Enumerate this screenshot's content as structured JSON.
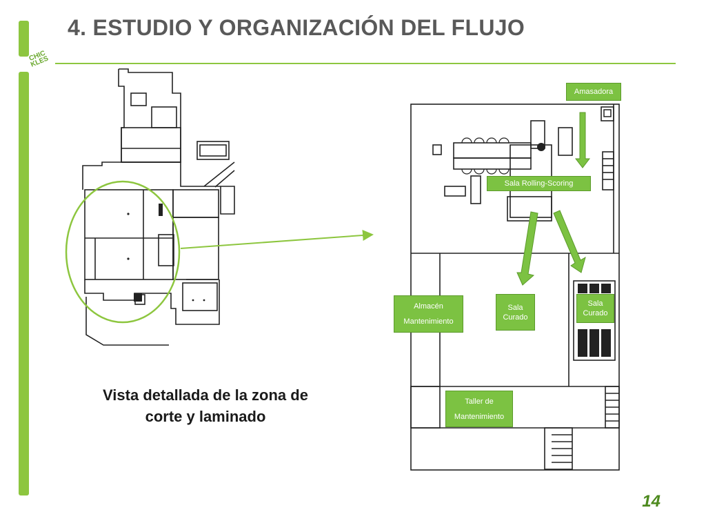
{
  "slide": {
    "title": "4. ESTUDIO Y ORGANIZACIÓN DEL FLUJO",
    "caption_line1": "Vista detallada de la zona de",
    "caption_line2": "corte y laminado",
    "page_number": "14",
    "logo_line1": "CHIC",
    "logo_line2": "KLES"
  },
  "zones": {
    "amasadora": "Amasadora",
    "sala_rolling": "Sala Rolling-Scoring",
    "almacen_line1": "Almacén",
    "almacen_line2": "Mantenimiento",
    "sala_curado_1_line1": "Sala",
    "sala_curado_1_line2": "Curado",
    "sala_curado_2_line1": "Sala",
    "sala_curado_2_line2": "Curado",
    "taller_line1": "Taller de",
    "taller_line2": "Mantenimiento"
  },
  "colors": {
    "accent": "#8dc63f",
    "zone_fill": "#7cc242",
    "title": "#595959",
    "page_number": "#4d8a1e"
  }
}
